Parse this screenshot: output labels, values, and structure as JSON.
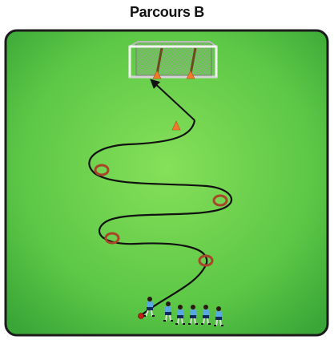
{
  "title": "Parcours B",
  "colors": {
    "field_light": "#7fdc55",
    "field_dark": "#3fae35",
    "field_border": "#1c1c1c",
    "path": "#111111",
    "hoop": "#a8462a",
    "cone": "#f07a2a",
    "jersey": "#5aa8e0",
    "shorts": "#0f2a5a",
    "goal_net": "#eeeeee"
  },
  "elements": {
    "goal": "goal",
    "cone_count": 3,
    "hoop_count": 4,
    "players_waiting": 5,
    "player_with_ball": 1
  }
}
